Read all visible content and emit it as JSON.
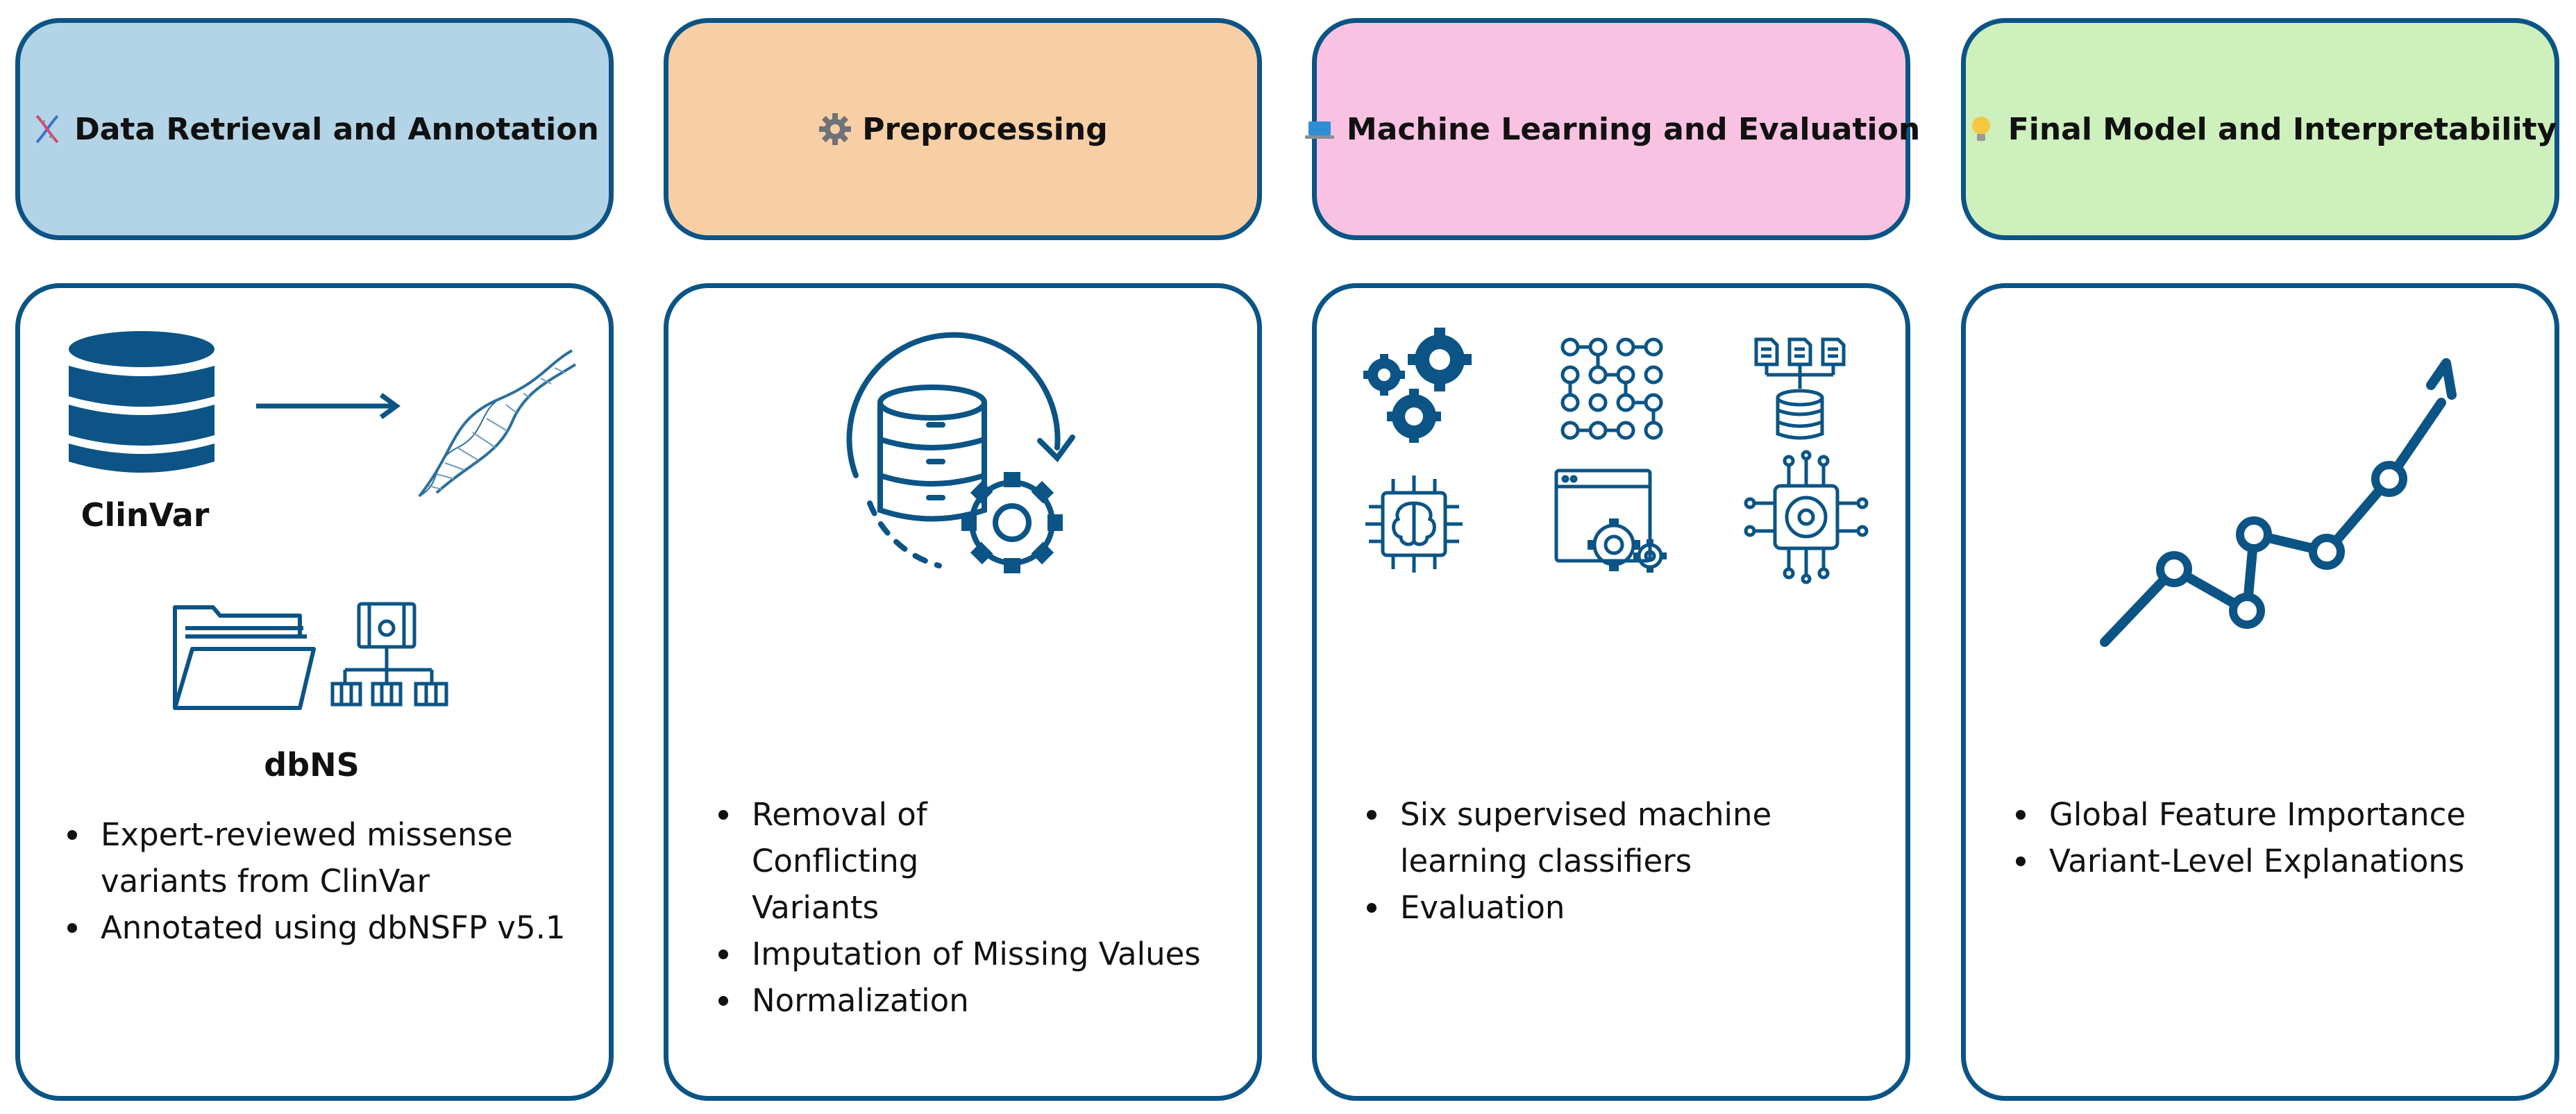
{
  "colors": {
    "border": "#0b5485",
    "icon": "#0b5485",
    "header_1": "#b3d4e6",
    "header_2": "#f8cfa5",
    "header_3": "#f9c2e3",
    "header_4": "#cdf0bd"
  },
  "stages": [
    {
      "title": "Data Retrieval and Annotation",
      "icon": "dna-icon",
      "labels": {
        "database": "ClinVar",
        "annotation": "dbNS"
      },
      "bullets": [
        "Expert-reviewed missense variants  from ClinVar",
        "Annotated using dbNSFP v5.1"
      ]
    },
    {
      "title": "Preprocessing",
      "icon": "gear-icon",
      "bullets": [
        "Removal of Conflicting Variants",
        "Imputation of Missing Values",
        "Normalization"
      ]
    },
    {
      "title": "Machine Learning and Evaluation",
      "icon": "laptop-icon",
      "bullets": [
        "Six supervised machine learning classifiers",
        "Evaluation"
      ]
    },
    {
      "title": "Final Model and Interpretability",
      "icon": "lightbulb-icon",
      "bullets": [
        "Global Feature Importance",
        "Variant-Level Explanations"
      ]
    }
  ]
}
